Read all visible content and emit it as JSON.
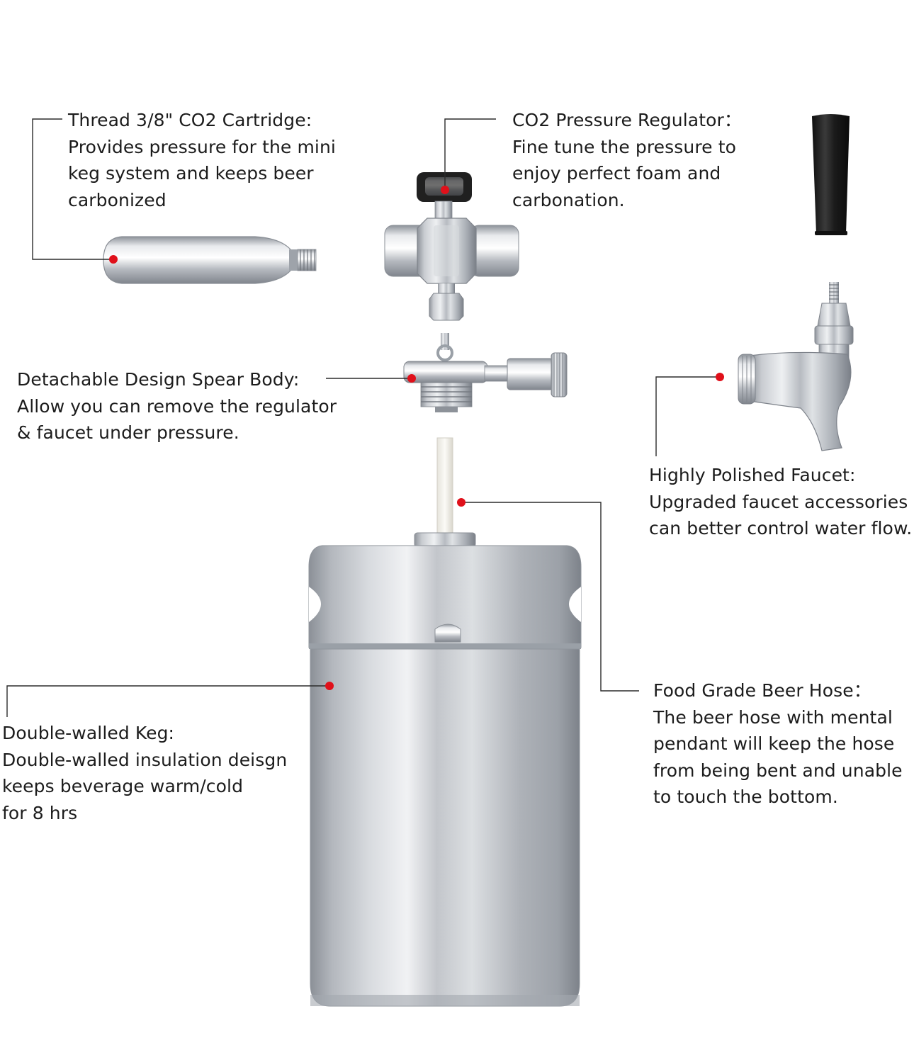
{
  "colors": {
    "leader": "#2b2b2b",
    "dot": "#e0101a",
    "steel_light": "#eceef1",
    "steel_mid": "#b9bdc3",
    "steel_dark": "#7c8189",
    "rubber": "#1d1d1d"
  },
  "callouts": {
    "cartridge": {
      "lines": [
        "Thread 3/8\" CO2 Cartridge:",
        "Provides pressure for the mini",
        "keg system and keeps beer",
        "carbonized"
      ]
    },
    "regulator": {
      "lines": [
        "CO2 Pressure Regulator：",
        "Fine tune the pressure to",
        "enjoy perfect  foam and",
        "carbonation."
      ]
    },
    "spear": {
      "lines": [
        "Detachable Design Spear Body:",
        "Allow you can remove the regulator",
        "& faucet under pressure."
      ]
    },
    "faucet": {
      "lines": [
        "Highly Polished Faucet:",
        "Upgraded faucet accessories",
        "can better control water flow."
      ]
    },
    "hose": {
      "lines": [
        "Food Grade Beer Hose：",
        "The beer hose with mental",
        "pendant will keep the hose",
        "from being bent and unable",
        "to touch the bottom."
      ]
    },
    "keg": {
      "lines": [
        "Double-walled Keg:",
        "Double-walled insulation deisgn",
        "keeps beverage warm/cold",
        "for 8 hrs"
      ]
    }
  }
}
